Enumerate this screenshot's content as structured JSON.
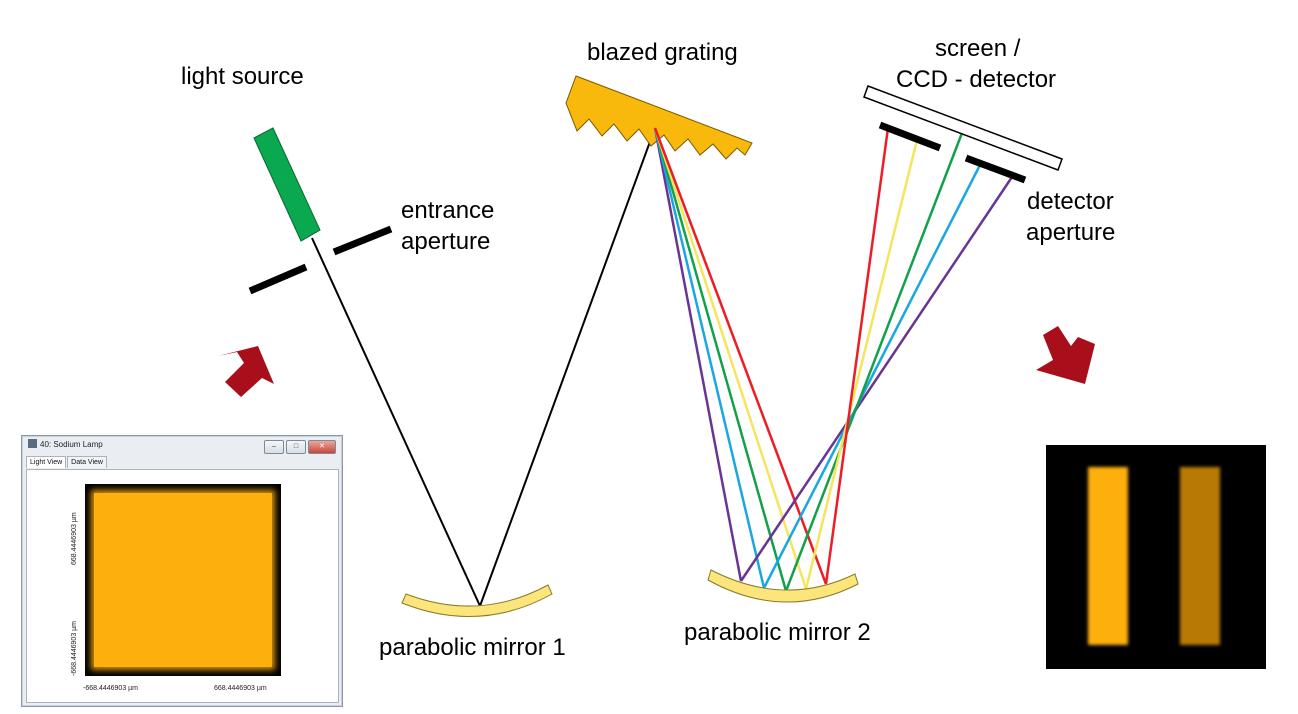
{
  "labels": {
    "light_source": "light source",
    "entrance_aperture_1": "entrance",
    "entrance_aperture_2": "aperture",
    "blazed_grating": "blazed grating",
    "screen_1": "screen /",
    "screen_2": "CCD - detector",
    "detector_aperture_1": "detector",
    "detector_aperture_2": "aperture",
    "mirror_1": "parabolic mirror 1",
    "mirror_2": "parabolic mirror 2"
  },
  "source_window": {
    "title": "40: Sodium Lamp",
    "tabs": [
      "Light View",
      "Data View"
    ],
    "buttons": [
      "–",
      "□",
      "✕"
    ],
    "y_axis_top": "668.4446903 µm",
    "y_axis_bottom": "-668.4446903 µm",
    "x_axis_left": "-668.4446903 µm",
    "x_axis_right": "668.4446903 µm"
  },
  "colors": {
    "source_green": "#0aa84f",
    "grating_orange": "#f9b90c",
    "mirror_yellow": "#fce57a",
    "arrow_red": "#a80f1a",
    "ray_red": "#ee1c24",
    "ray_yellow": "#f6e45c",
    "ray_green": "#12a14a",
    "ray_blue": "#1aa7e1",
    "ray_violet": "#6a3592",
    "sodium_orange": "#fdaf0b",
    "sodium_dim": "#b87a05"
  }
}
